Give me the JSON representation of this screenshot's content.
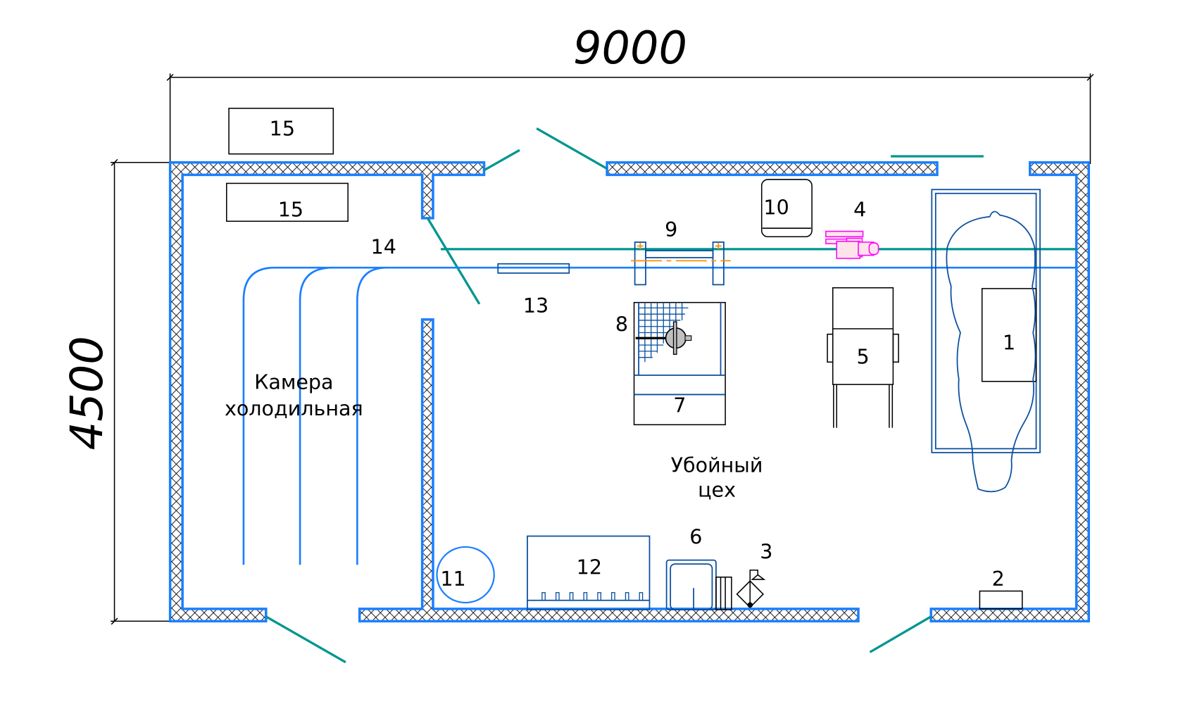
{
  "drawing": {
    "dimensions": {
      "width_label": "9000",
      "height_label": "4500"
    },
    "rooms": [
      {
        "id": "cold-room",
        "line1": "Камера",
        "line2": "холодильная"
      },
      {
        "id": "slaughter-room",
        "line1": "Убойный",
        "line2": "цех"
      }
    ],
    "items": {
      "i1": "1",
      "i2": "2",
      "i3": "3",
      "i4": "4",
      "i5": "5",
      "i6": "6",
      "i7": "7",
      "i8": "8",
      "i9": "9",
      "i10": "10",
      "i11": "11",
      "i12": "12",
      "i13": "13",
      "i14": "14",
      "i15a": "15",
      "i15b": "15"
    },
    "colors": {
      "wall_outline": "#1a7fff",
      "door": "#00958f",
      "rail": "#1a7fff",
      "equipment": "#0a4f9f",
      "motor": "#ff00ff",
      "axis": "#ff8c00"
    }
  }
}
